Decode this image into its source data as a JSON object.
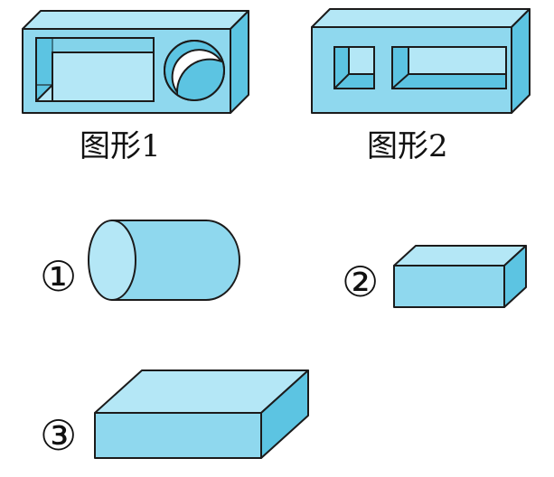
{
  "figure1": {
    "caption": "图形1"
  },
  "figure2": {
    "caption": "图形2"
  },
  "options": [
    {
      "marker": "①",
      "shape": "cylinder"
    },
    {
      "marker": "②",
      "shape": "small-cuboid"
    },
    {
      "marker": "③",
      "shape": "flat-cuboid"
    }
  ],
  "colors": {
    "fill": "#8fd8ee",
    "fill_light": "#b4e7f6",
    "fill_dark": "#5cc4e2",
    "stroke": "#1b1b1b"
  }
}
